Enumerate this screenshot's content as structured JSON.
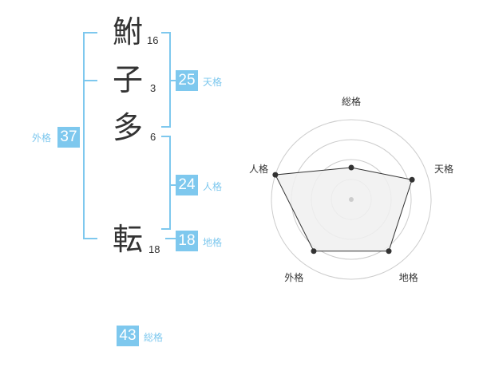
{
  "name_chars": [
    {
      "char": "鮒",
      "strokes": "16"
    },
    {
      "char": "子",
      "strokes": "3"
    },
    {
      "char": "多",
      "strokes": "6"
    },
    {
      "char": "転",
      "strokes": "18"
    }
  ],
  "kakusu": {
    "tenkaku": {
      "value": "25",
      "label": "天格"
    },
    "jinkaku": {
      "value": "24",
      "label": "人格"
    },
    "chikaku": {
      "value": "18",
      "label": "地格"
    },
    "gaikaku": {
      "value": "37",
      "label": "外格"
    },
    "soukaku": {
      "value": "43",
      "label": "総格"
    }
  },
  "chart_data": {
    "type": "radar",
    "axes": [
      "総格",
      "天格",
      "地格",
      "外格",
      "人格"
    ],
    "values": [
      0.4,
      0.8,
      0.8,
      0.8,
      1.0
    ],
    "max": 1.0,
    "rings": 4,
    "colors": {
      "accent": "#7ec8ee",
      "polygon_fill": "#f0f0f0",
      "polygon_stroke": "#333333",
      "ring": "#cccccc"
    }
  }
}
